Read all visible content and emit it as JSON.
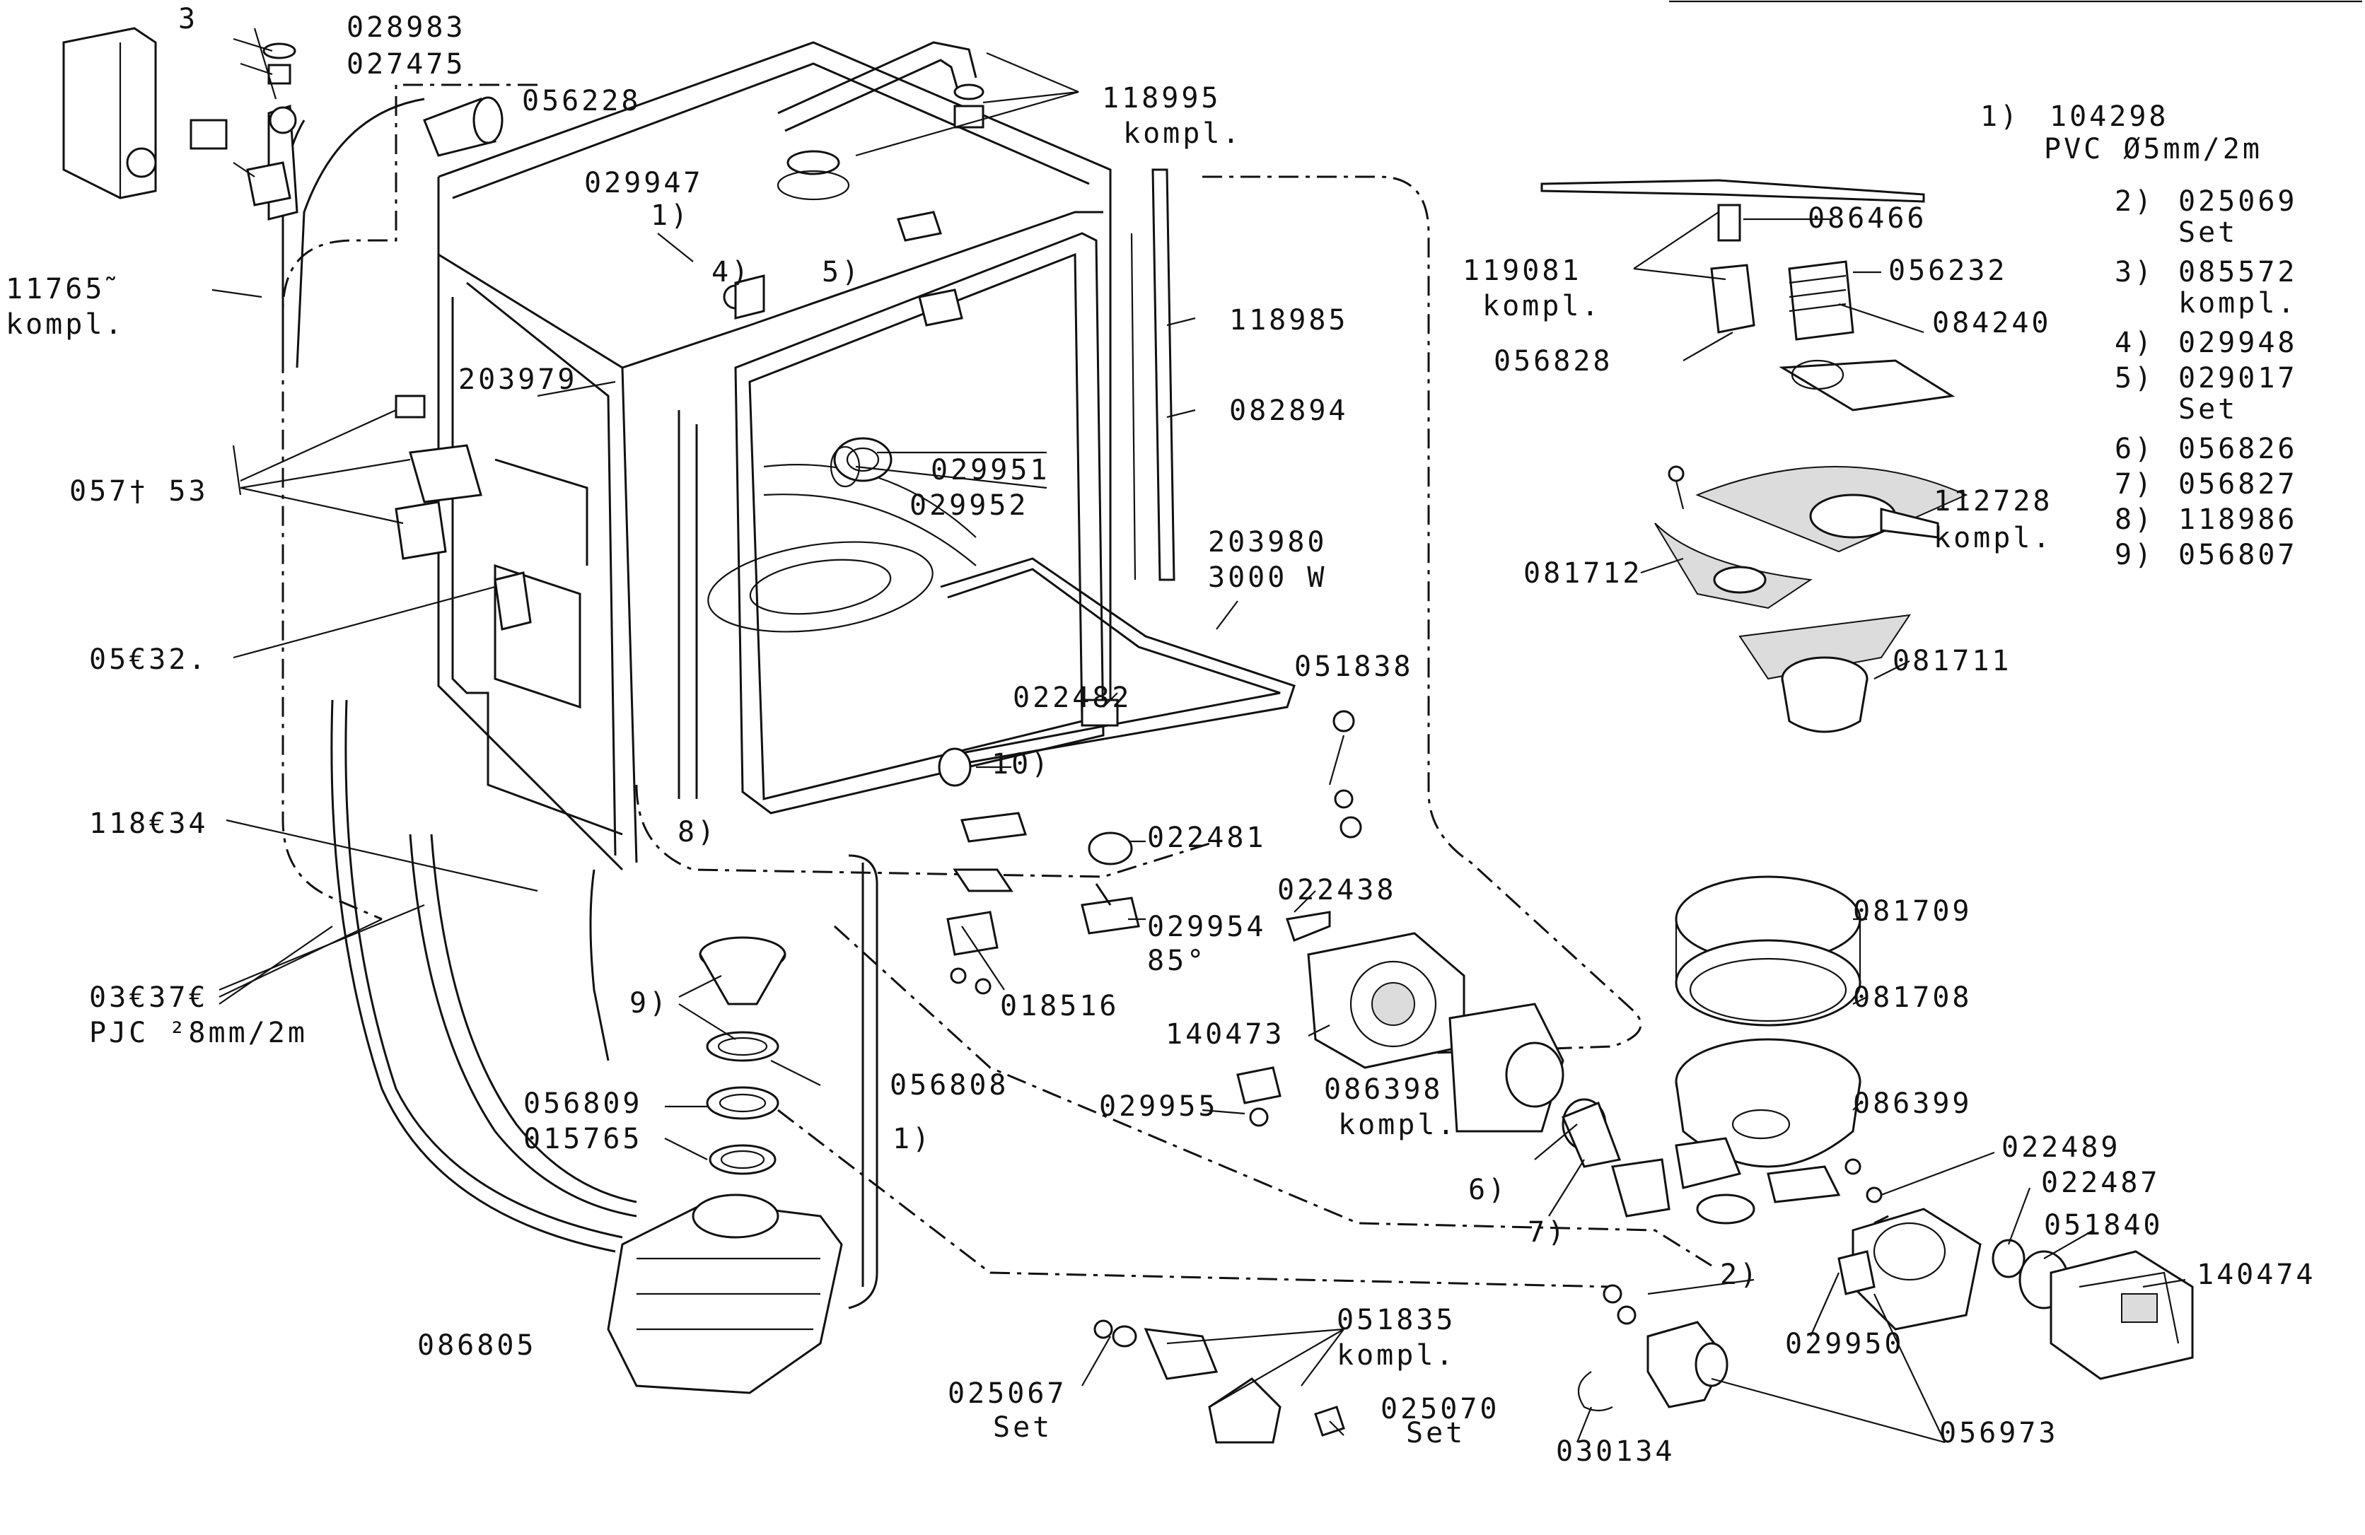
{
  "labels": {
    "l028983": "028983",
    "l027475": "027475",
    "l3": "3",
    "l056228": "056228",
    "l118995": "118995",
    "l118995k": "kompl.",
    "l029947": "029947",
    "l1": "1)",
    "l4": "4)",
    "l5": "5)",
    "l11765": "11765̃",
    "l11765k": "kompl.",
    "l118985": "118985",
    "l203979": "203979",
    "l082894": "082894",
    "l05753": "057† 53",
    "l029951": "029951",
    "l029952": "029952",
    "l203980": "203980",
    "l3000w": "3000 W",
    "l05632": "05€32.",
    "l051838": "051838",
    "l022482": "022482",
    "l10": "10)",
    "l11893": "118€34",
    "l8": "8)",
    "l022481": "022481",
    "l022438": "022438",
    "l03637": "03€37€",
    "lpvc28": "PJC ²8mm/2m",
    "l029954": "029954",
    "l85": "85°",
    "l9": "9)",
    "l018516": "018516",
    "l140473": "140473",
    "l056809": "056809",
    "l056808": "056808",
    "l015765": "015765",
    "l1b": "1)",
    "l029955": "029955",
    "l086398": "086398",
    "l086398k": "kompl.",
    "l6": "6)",
    "l7": "7)",
    "l086805": "086805",
    "l051835": "051835",
    "l051835k": "kompl.",
    "l025067": "025067",
    "l025067s": "Set",
    "l025070": "025070",
    "l025070s": "Set",
    "l086466": "086466",
    "l119081": "119081",
    "l119081k": "kompl.",
    "l056232": "056232",
    "l056828": "056828",
    "l084240": "084240",
    "l112728": "112728",
    "l112728k": "kompl.",
    "l081712": "081712",
    "l081711": "081711",
    "l081709": "081709",
    "l081708": "081708",
    "l086399": "086399",
    "l022489": "022489",
    "l022487": "022487",
    "l051840": "051840",
    "l140474": "140474",
    "l2": "2)",
    "l029950": "029950",
    "l030134": "030134",
    "l056973": "056973"
  },
  "footnotes": [
    {
      "num": "1)",
      "code": "104298",
      "sub": "PVC Ø5mm/2m"
    },
    {
      "num": "2)",
      "code": "025069",
      "sub": "Set"
    },
    {
      "num": "3)",
      "code": "085572",
      "sub": "kompl."
    },
    {
      "num": "4)",
      "code": "029948",
      "sub": ""
    },
    {
      "num": "5)",
      "code": "029017",
      "sub": "Set"
    },
    {
      "num": "6)",
      "code": "056826",
      "sub": ""
    },
    {
      "num": "7)",
      "code": "056827",
      "sub": ""
    },
    {
      "num": "8)",
      "code": "118986",
      "sub": ""
    },
    {
      "num": "9)",
      "code": "056807",
      "sub": ""
    }
  ]
}
